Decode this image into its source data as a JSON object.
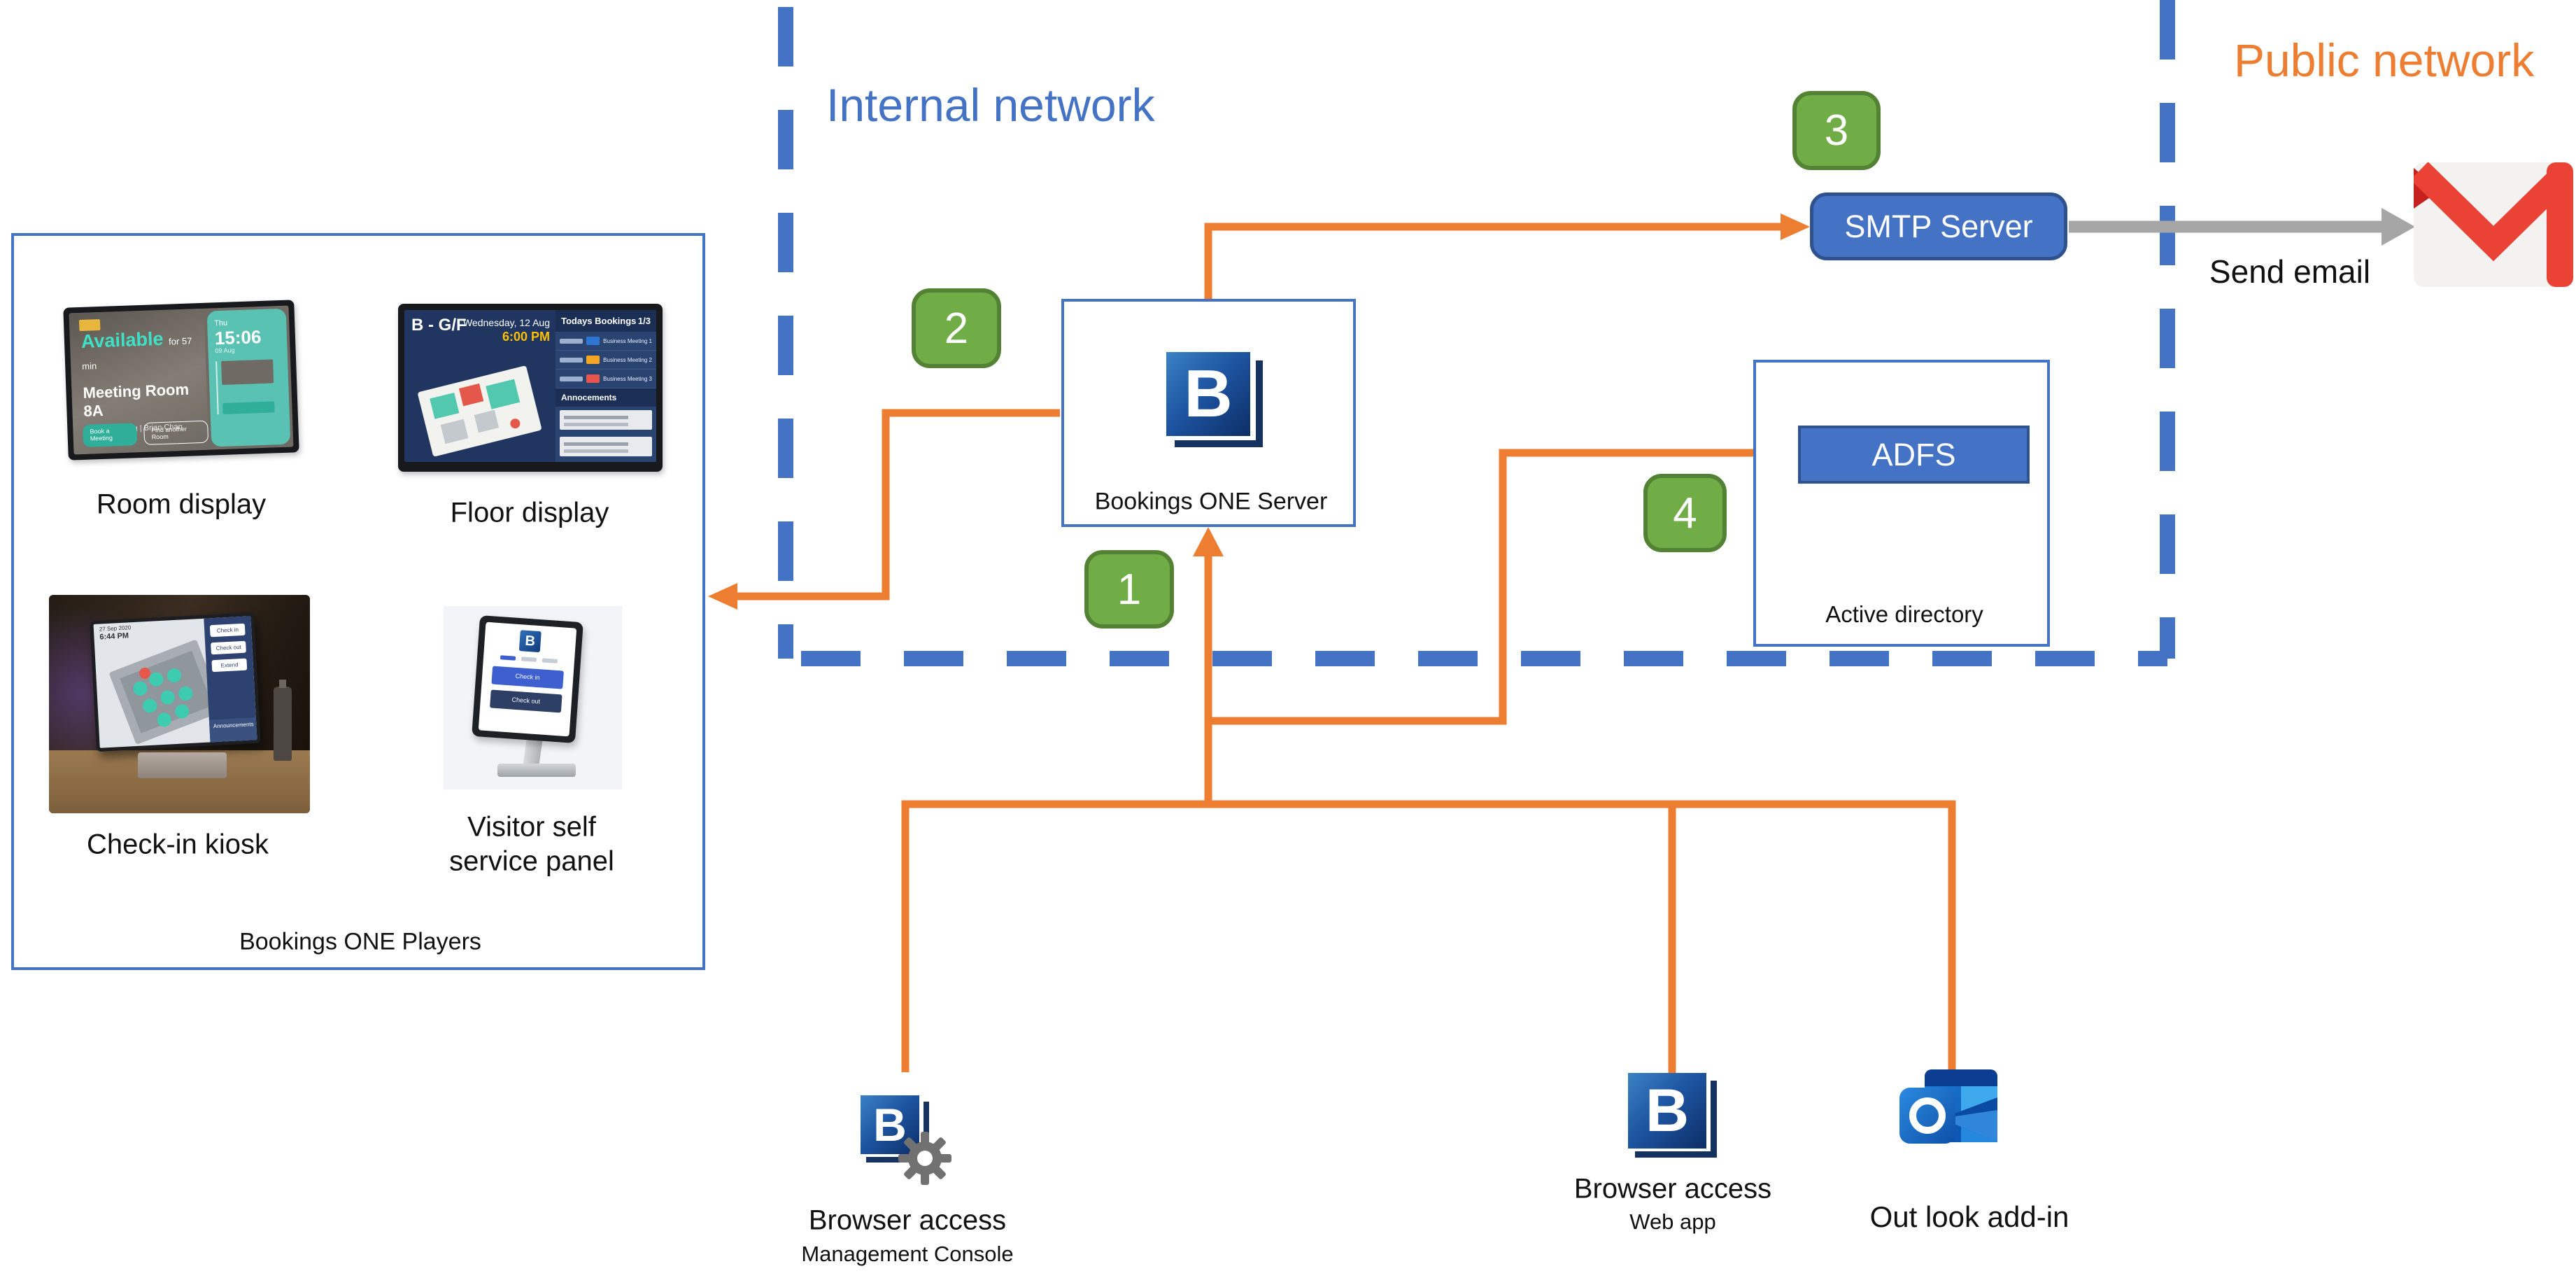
{
  "colors": {
    "accent_blue": "#4472C4",
    "accent_orange": "#ED7D31",
    "navy_border": "#2F528F",
    "green_fill": "#70AD47",
    "green_border": "#548235",
    "gray_arrow": "#A6A6A6",
    "gmail_red": "#EA4335",
    "gmail_red_dark": "#C5221F",
    "text_black": "#111111"
  },
  "zones": {
    "internal": "Internal network",
    "public": "Public network"
  },
  "badges": [
    {
      "number": "1"
    },
    {
      "number": "2"
    },
    {
      "number": "3"
    },
    {
      "number": "4"
    }
  ],
  "server": {
    "label": "Bookings ONE Server",
    "icon_letter": "B"
  },
  "smtp": {
    "label": "SMTP Server"
  },
  "active_directory": {
    "label": "Active directory",
    "adfs_label": "ADFS"
  },
  "email": {
    "send_label": "Send email"
  },
  "players_box": {
    "title": "Bookings ONE Players",
    "room_display": {
      "caption": "Room display",
      "status": "Available",
      "status_suffix": "for 57 min",
      "room_name": "Meeting Room 8A",
      "meeting_info": "Private Meeting  |  Brian Chan",
      "primary_button": "Book a Meeting",
      "secondary_button": "Find another Room",
      "day": "Thu",
      "date": "09 Aug",
      "time": "15:06"
    },
    "floor_display": {
      "caption": "Floor display",
      "floor": "B - G/F",
      "date": "Wednesday, 12 Aug",
      "time": "6:00 PM",
      "panel_title": "Todays Bookings",
      "page": "1/3",
      "rows": [
        {
          "name": "Business Meeting 1"
        },
        {
          "name": "Business Meeting 2"
        },
        {
          "name": "Business Meeting 3"
        }
      ],
      "announcements_title": "Annocements"
    },
    "kiosk": {
      "caption": "Check-in kiosk",
      "date": "27 Sep 2020",
      "time": "6:44 PM",
      "buttons": [
        "Check in",
        "Check out",
        "Extend"
      ],
      "panel_title": "Announcements"
    },
    "visitor": {
      "caption_line1": "Visitor self",
      "caption_line2": "service panel",
      "icon_letter": "B",
      "check_in": "Check in",
      "check_out": "Check out"
    }
  },
  "clients": {
    "management": {
      "title": "Browser access",
      "subtitle": "Management Console",
      "icon_letter": "B"
    },
    "web": {
      "title": "Browser access",
      "subtitle": "Web app",
      "icon_letter": "B"
    },
    "outlook": {
      "title": "Out look add-in"
    }
  }
}
